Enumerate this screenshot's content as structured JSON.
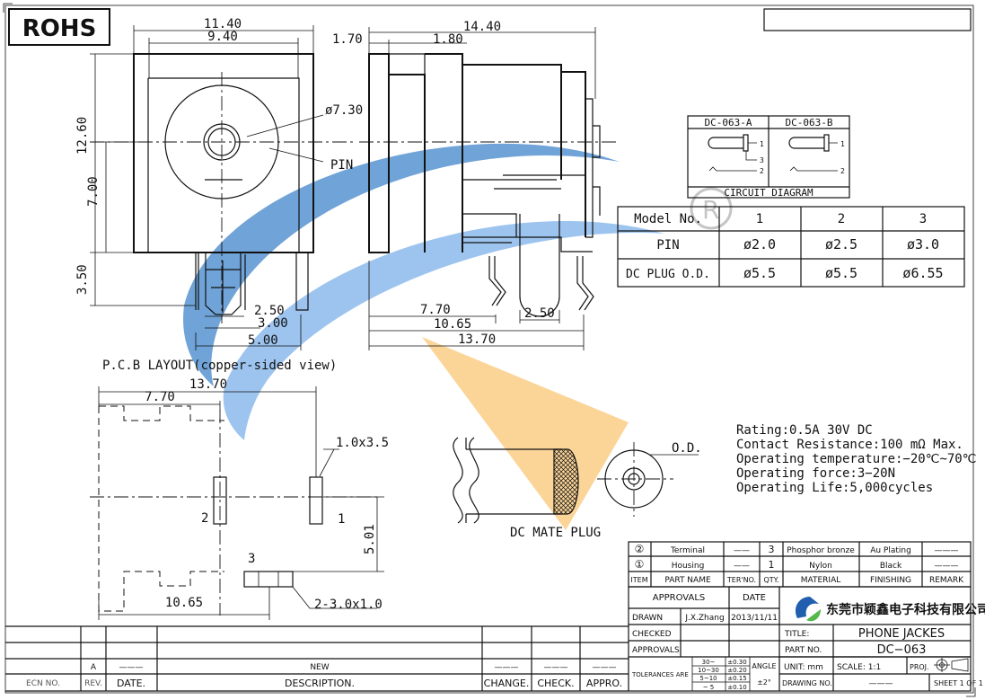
{
  "rohs_label": "ROHS",
  "front_view": {
    "dim_overall_width": "11.40",
    "dim_inner_width": "9.40",
    "dim_diameter": "ø7.30",
    "label_pin": "PIN",
    "dim_height": "12.60",
    "dim_center_height": "7.00",
    "dim_pin_length": "3.50",
    "dim_a": "2.50",
    "dim_b": "3.00",
    "dim_c": "5.00"
  },
  "side_view": {
    "dim_length": "14.40",
    "dim_front": "1.70",
    "dim_flange": "1.80",
    "dim_pin_pitch_1": "7.70",
    "dim_pin_pitch_2": "10.65",
    "dim_total": "13.70",
    "dim_pin_width": "2.50"
  },
  "pcb": {
    "title": "P.C.B LAYOUT(copper-sided view)",
    "dim_width": "13.70",
    "dim_a": "7.70",
    "slot_size": "1.0x3.5",
    "pad_1": "1",
    "pad_2": "2",
    "pad_3": "3",
    "dim_height": "5.01",
    "dim_b": "10.65",
    "slot_pad3": "2-3.0x1.0"
  },
  "circuit": {
    "col_a": "DC-063-A",
    "col_b": "DC-063-B",
    "caption": "CIRCUIT  DIAGRAM",
    "pin1": "1",
    "pin2": "2",
    "pin3": "3"
  },
  "model_table": {
    "headers": [
      "Model  No.",
      "1",
      "2",
      "3"
    ],
    "rows": [
      [
        "PIN",
        "ø2.0",
        "ø2.5",
        "ø3.0"
      ],
      [
        "DC  PLUG  O.D.",
        "ø5.5",
        "ø5.5",
        "ø6.55"
      ]
    ]
  },
  "specs": [
    "Rating:0.5A  30V  DC",
    "Contact  Resistance:100  mΩ  Max.",
    "Operating  temperature:−20℃~70℃",
    "Operating  force:3−20N",
    "Operating  Life:5,000cycles"
  ],
  "mate_plug": {
    "caption": "DC  MATE  PLUG",
    "od_label": "O.D."
  },
  "bom": {
    "rows": [
      {
        "idx": "②",
        "part": "Terminal",
        "no": "——",
        "qty": "3",
        "material": "Phosphor bronze",
        "finish": "Au Plating",
        "remark": "———"
      },
      {
        "idx": "①",
        "part": "Housing",
        "no": "——",
        "qty": "1",
        "material": "Nylon",
        "finish": "Black",
        "remark": "———"
      }
    ],
    "headers": [
      "ITEM",
      "PART NAME",
      "TER'NO.",
      "QTY.",
      "MATERIAL",
      "FINISHING",
      "REMARK"
    ]
  },
  "title_block": {
    "approvals": "APPROVALS",
    "date_hdr": "DATE",
    "drawn": "DRAWN",
    "drawn_by": "J.X.Zhang",
    "drawn_date": "2013/11/11",
    "checked": "CHECKED",
    "approvals2": "APPROVALS",
    "tolerances": "TOLERANCES ARE",
    "tol_ranges": [
      "30~",
      "10~30",
      "5~10",
      "~ 5"
    ],
    "tol_values": [
      "±0.30",
      "±0.20",
      "±0.15",
      "±0.10"
    ],
    "angle": "ANGLE",
    "angle_value": "±2°",
    "company": "东莞市颖鑫电子科技有限公司",
    "title_label": "TITLE:",
    "title_value": "PHONE  JACKES",
    "part_label": "PART  NO.",
    "part_value": "DC−063",
    "unit": "UNIT:  mm",
    "scale": "SCALE:   1:1",
    "proj": "PROJ.",
    "drawing_no": "DRAWING NO.",
    "drawing_no_value": "———",
    "sheet": "SHEET   1  OF  1"
  },
  "revision_block": {
    "ecn": "ECN  NO.",
    "rev": "REV.",
    "date": "DATE.",
    "description": "DESCRIPTION.",
    "change": "CHANGE.",
    "check": "CHECK.",
    "appro": "APPRO.",
    "rev_value": "A",
    "desc_value": "NEW",
    "dashes": "———"
  },
  "colors": {
    "watermark_blue": "#1f6fc0",
    "watermark_orange": "#f5a623",
    "logo_blue": "#1f5fae",
    "logo_green": "#55b84a"
  }
}
